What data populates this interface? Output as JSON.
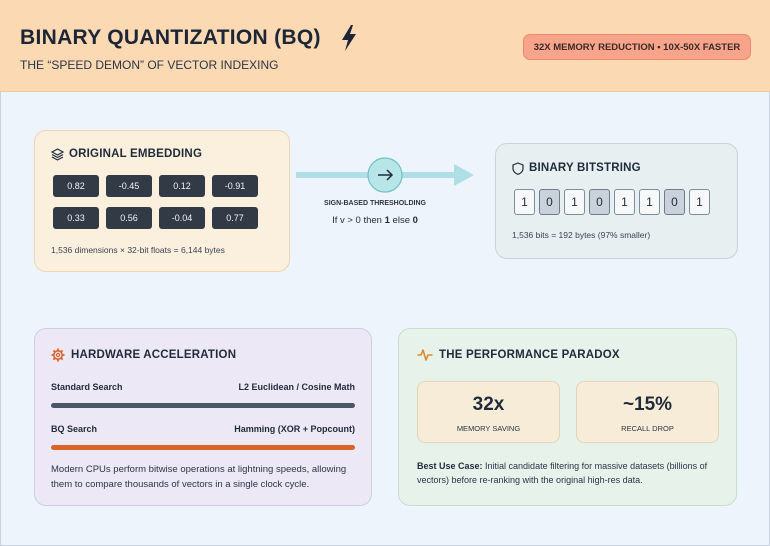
{
  "header": {
    "title": "BINARY QUANTIZATION (BQ)",
    "subtitle": "THE “SPEED DEMON” OF VECTOR INDEXING",
    "badge": "32X MEMORY REDUCTION • 10X-50X FASTER",
    "icon": "lightning-bolt-icon"
  },
  "colors": {
    "header_bg": "#fbd9b3",
    "badge_bg": "#f7a48a",
    "arrow": "#8fd3d9",
    "hw_bar_standard": "#4a5566",
    "hw_bar_bq": "#d9642a",
    "perf_icon": "#e0892a",
    "hw_icon": "#d9642a"
  },
  "original_embedding": {
    "title": "ORIGINAL EMBEDDING",
    "icon": "layers-icon",
    "values": [
      "0.82",
      "-0.45",
      "0.12",
      "-0.91",
      "0.33",
      "0.56",
      "-0.04",
      "0.77"
    ],
    "note": "1,536 dimensions × 32-bit floats = 6,144 bytes"
  },
  "threshold": {
    "icon": "arrow-right-icon",
    "label": "SIGN-BASED THRESHOLDING",
    "rule_prefix": "If v > 0 then ",
    "rule_one": "1",
    "rule_mid": " else ",
    "rule_zero": "0"
  },
  "binary_bitstring": {
    "title": "BINARY BITSTRING",
    "icon": "shield-icon",
    "bits": [
      "1",
      "0",
      "1",
      "0",
      "1",
      "1",
      "0",
      "1"
    ],
    "note": "1,536 bits = 192 bytes (97% smaller)"
  },
  "hardware": {
    "title": "HARDWARE ACCELERATION",
    "icon": "gear-icon",
    "standard_label": "Standard Search",
    "standard_method": "L2 Euclidean / Cosine Math",
    "bq_label": "BQ Search",
    "bq_method": "Hamming (XOR + Popcount)",
    "description": "Modern CPUs perform bitwise operations at lightning speeds, allowing them to compare thousands of vectors in a single clock cycle."
  },
  "performance": {
    "title": "THE PERFORMANCE PARADOX",
    "icon": "pulse-icon",
    "stats": [
      {
        "value": "32x",
        "label": "MEMORY SAVING"
      },
      {
        "value": "~15%",
        "label": "RECALL DROP"
      }
    ],
    "best_use_label": "Best Use Case:",
    "best_use_text": " Initial candidate filtering for massive datasets (billions of vectors) before re-ranking with the original high-res data."
  }
}
